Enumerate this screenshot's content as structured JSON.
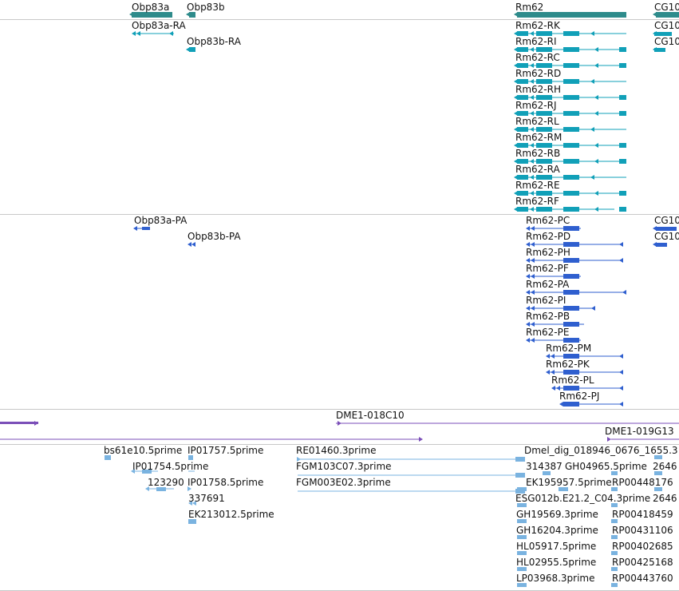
{
  "colors": {
    "gene": "#2e8b8b",
    "transcript": "#11a0b8",
    "protein": "#2f5fcf",
    "insertion": "#7b4fb8",
    "est": "#7ab3e0",
    "divider": "#c8c8c8"
  },
  "genes": [
    "Obp83a",
    "Obp83b",
    "Rm62",
    "CG10"
  ],
  "transcripts": {
    "obp83a": [
      "Obp83a-RA"
    ],
    "obp83b": [
      "Obp83b-RA"
    ],
    "rm62": [
      "Rm62-RK",
      "Rm62-RI",
      "Rm62-RC",
      "Rm62-RD",
      "Rm62-RH",
      "Rm62-RJ",
      "Rm62-RL",
      "Rm62-RM",
      "Rm62-RB",
      "Rm62-RA",
      "Rm62-RE",
      "Rm62-RF"
    ],
    "cg10": [
      "CG10",
      "CG10"
    ]
  },
  "proteins": {
    "obp83a": [
      "Obp83a-PA"
    ],
    "obp83b": [
      "Obp83b-PA"
    ],
    "rm62": [
      "Rm62-PC",
      "Rm62-PD",
      "Rm62-PH",
      "Rm62-PF",
      "Rm62-PA",
      "Rm62-PI",
      "Rm62-PB",
      "Rm62-PE",
      "Rm62-PM",
      "Rm62-PK",
      "Rm62-PL",
      "Rm62-PJ"
    ],
    "cg10": [
      "CG10",
      "CG10"
    ]
  },
  "insertions": [
    "DME1-018C10",
    "DME1-019G13"
  ],
  "ests": {
    "col1": [
      "bs61e10.5prime",
      "IP01754.5prime",
      "123290"
    ],
    "col2": [
      "IP01757.5prime",
      "IP01758.5prime",
      "337691",
      "EK213012.5prime"
    ],
    "col3": [
      "RE01460.3prime",
      "FGM103C07.3prime",
      "FGM003E02.3prime"
    ],
    "col4": [
      "Dmel_dig_018946_0676_1655.3",
      "314387",
      "GH04965.5prime",
      "EK195957.5prime",
      "ESG012b.E21.2_C04.3prime",
      "GH19569.3prime",
      "GH16204.3prime",
      "HL05917.5prime",
      "HL02955.5prime",
      "LP03968.3prime"
    ],
    "col5": [
      "2646",
      "RP00448176",
      "2646",
      "RP00418459",
      "RP00431106",
      "RP00402685",
      "RP00425168",
      "RP00443760"
    ]
  }
}
